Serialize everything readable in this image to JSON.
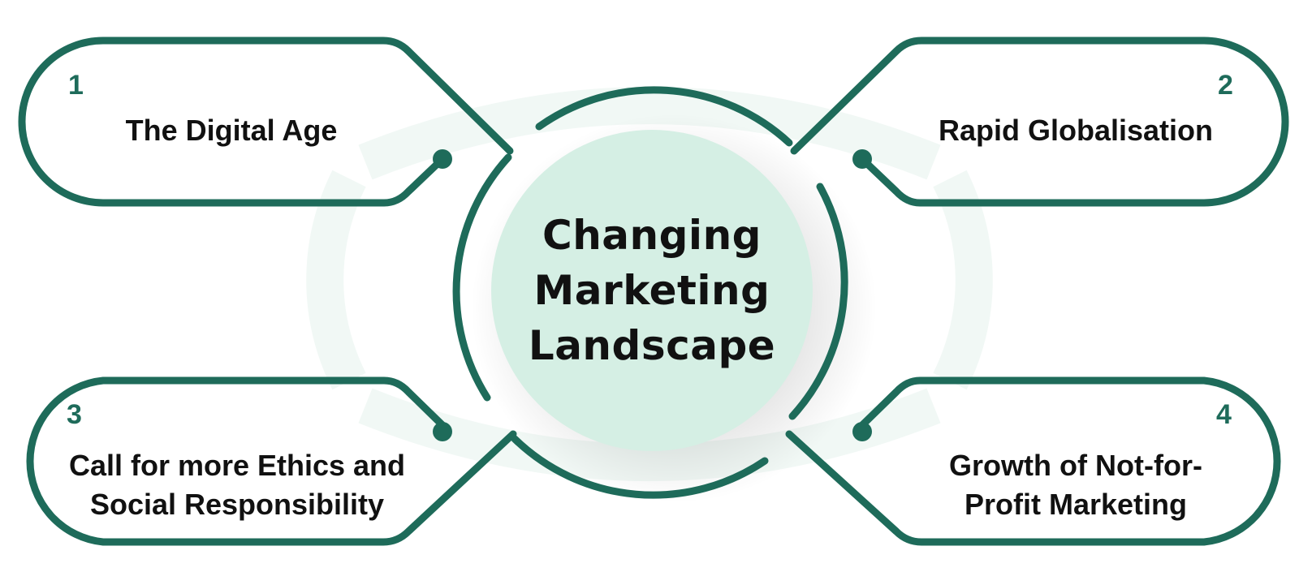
{
  "center": {
    "line1": "Changing",
    "line2": "Marketing",
    "line3": "Landscape"
  },
  "items": [
    {
      "number": "1",
      "line1": "The Digital Age",
      "line2": ""
    },
    {
      "number": "2",
      "line1": "Rapid Globalisation",
      "line2": ""
    },
    {
      "number": "3",
      "line1": "Call for more Ethics and",
      "line2": "Social Responsibility"
    },
    {
      "number": "4",
      "line1": "Growth of Not-for-",
      "line2": "Profit Marketing"
    }
  ],
  "colors": {
    "outline": "#1e6b5a",
    "center_fill": "#d5efe4",
    "number": "#1e6b5a",
    "text": "#111111",
    "watermark": "#f1f8f5"
  }
}
